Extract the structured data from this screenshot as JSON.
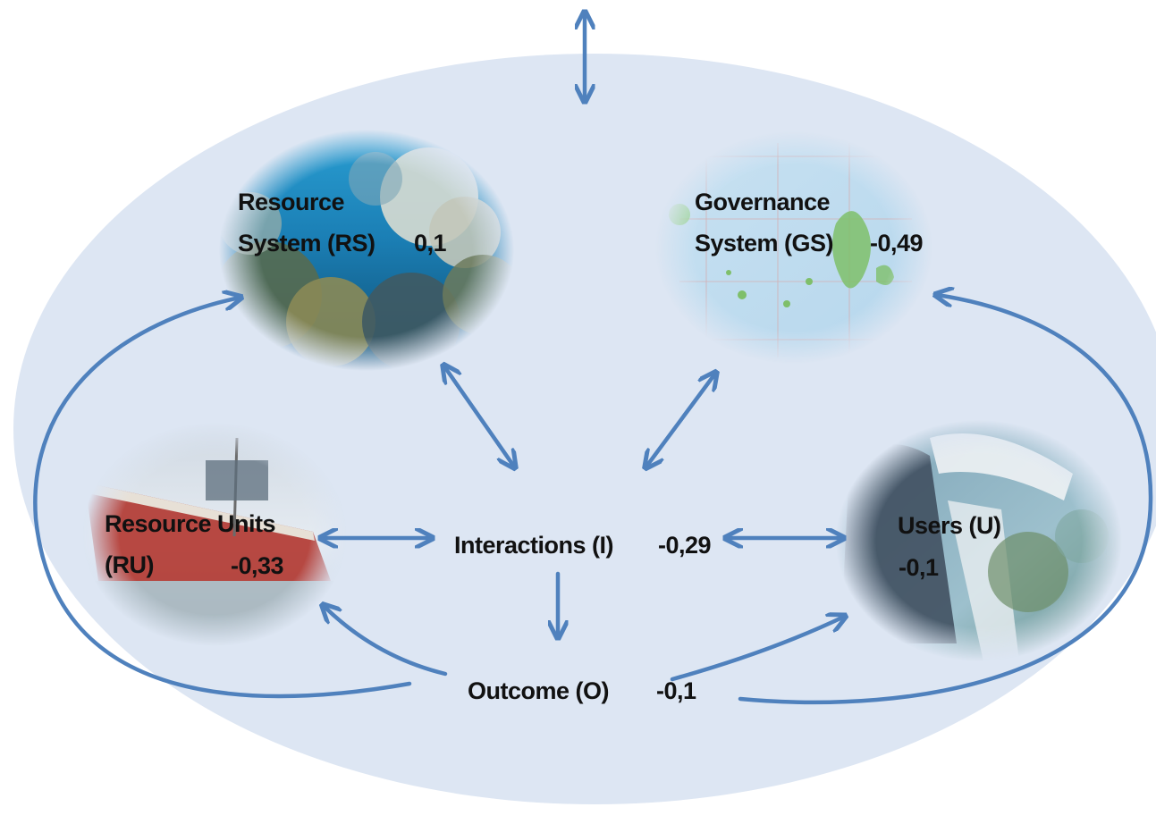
{
  "colors": {
    "background_ellipse": "#dde6f3",
    "arrow": "#4f81bd",
    "text": "#111111"
  },
  "nodes": {
    "resource_system": {
      "line1": "Resource",
      "line2": "System (RS)",
      "value": "0,1",
      "image": "coral reef underwater photo"
    },
    "governance_system": {
      "line1": "Governance",
      "line2": "System (GS)",
      "value": "-0,49",
      "image": "map of Karimunjawa islands"
    },
    "resource_units": {
      "line1": "Resource Units",
      "line2": "(RU)",
      "value": "-0,33",
      "image": "red boat photo"
    },
    "users": {
      "line1": "Users (U)",
      "value": "-0,1",
      "image": "diver photo"
    },
    "interactions": {
      "label": "Interactions (I)",
      "value": "-0,29"
    },
    "outcome": {
      "label": "Outcome (O)",
      "value": "-0,1"
    }
  }
}
